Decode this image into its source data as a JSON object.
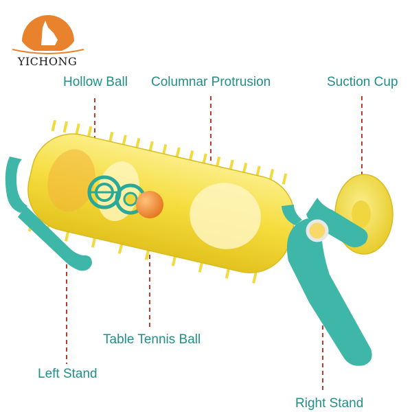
{
  "brand": {
    "name": "YICHONG",
    "logo_icon": "fox-logo-icon",
    "logo_color": "#e8822c"
  },
  "labels": {
    "hollow_ball": "Hollow Ball",
    "columnar_protrusion": "Columnar Protrusion",
    "suction_cup": "Suction Cup",
    "table_tennis_ball": "Table Tennis Ball",
    "left_stand": "Left Stand",
    "right_stand": "Right Stand"
  },
  "colors": {
    "label_text": "#1f8f87",
    "leader_line": "#c0392b",
    "toy_body": "#f7e04a",
    "stand": "#3fb7a8",
    "ball_orange": "#f08a2c"
  }
}
